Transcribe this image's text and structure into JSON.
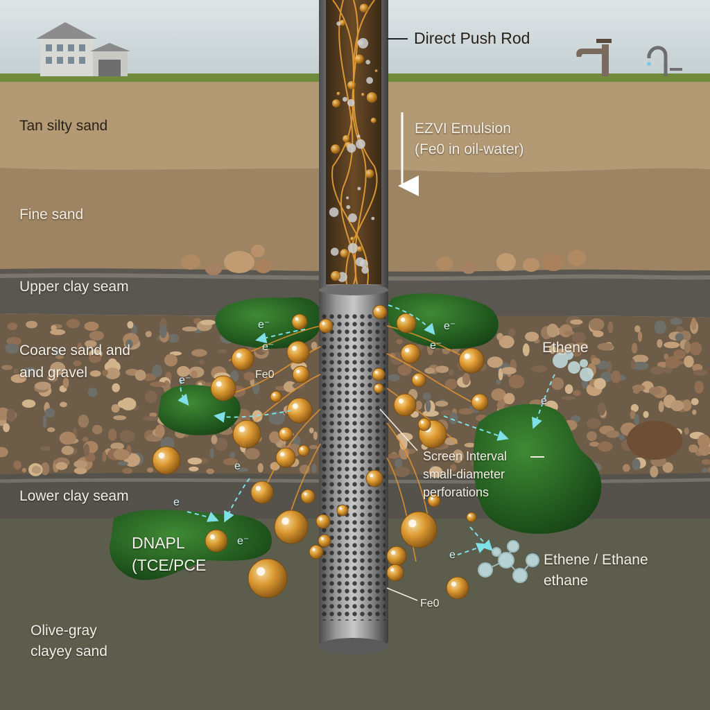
{
  "labels": {
    "direct_push_rod": "Direct Push Rod",
    "ezvi_line1": "EZVI Emulsion",
    "ezvi_line2": "(Fe0 in oil-water)",
    "tan_silty_sand": "Tan silty sand",
    "fine_sand": "Fine sand",
    "upper_clay_seam": "Upper clay seam",
    "coarse_line1": "Coarse sand and",
    "coarse_line2": "and gravel",
    "fe0_upper": "Fe0",
    "ethene_upper": "Ethene",
    "screen_line1": "Screen Interval",
    "screen_line2": "small-diameter",
    "screen_line3": "perforations",
    "lower_clay_seam": "Lower clay seam",
    "dnapl_line1": "DNAPL",
    "dnapl_line2": "(TCE/PCE",
    "ethene_ethane_line1": "Ethene / Ethane",
    "ethene_ethane_line2": "ethane",
    "fe0_lower": "Fe0",
    "olive_line1": "Olive-gray",
    "olive_line2": "clayey sand"
  },
  "electron_symbol": "e⁻",
  "electron_symbol_plain": "e",
  "icons": [
    "house-icon",
    "faucet-icon",
    "tap-icon"
  ],
  "colors": {
    "sky": "#c9d4d8",
    "tan_silty_sand": "#b39a74",
    "fine_sand": "#9e8462",
    "clay_seam": "#5a5650",
    "gravel": "#6d5c48",
    "olive_gray": "#5d5d4d",
    "dnapl": "#1f5a1e",
    "bubble": "#e39a2a",
    "rod": "#7b7b7b",
    "electron_arrow": "#7fe0e8"
  }
}
